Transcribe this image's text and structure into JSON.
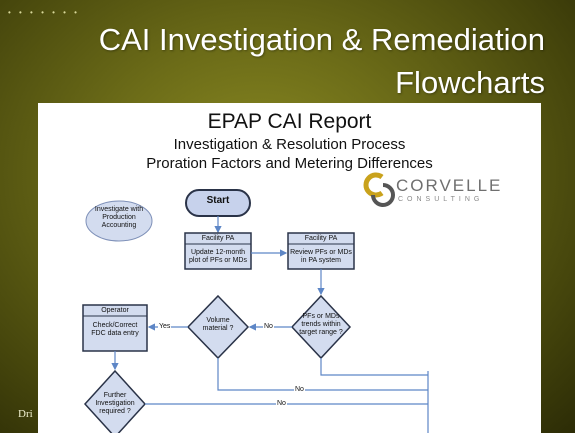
{
  "slide": {
    "dots": "• • • • • • •",
    "title_line1": "CAI Investigation & Remediation",
    "title_line2": "Flowcharts",
    "footer_fragment": "Dri"
  },
  "report": {
    "title": "EPAP CAI Report",
    "subtitle1": "Investigation & Resolution Process",
    "subtitle2": "Proration Factors and Metering Differences",
    "logo_name": "CORVELLE",
    "logo_tagline": "CONSULTING"
  },
  "flowchart": {
    "note": "Investigate with Production Accounting",
    "start": "Start",
    "facility_pa_1": {
      "header": "Facility PA",
      "body": "Update 12-month plot of PFs or MDs"
    },
    "facility_pa_2": {
      "header": "Facility PA",
      "body": "Review PFs or MDs in PA system"
    },
    "decision_trends": "PFs or MDs trends within target range ?",
    "decision_volume": "Volume material ?",
    "operator": {
      "header": "Operator",
      "body": "Check/Correct FDC data entry"
    },
    "decision_further": "Further Investigation required ?",
    "labels": {
      "yes": "Yes",
      "no_1": "No",
      "no_2": "No",
      "no_3": "No"
    }
  },
  "colors": {
    "box_fill": "#d3dcef",
    "box_stroke": "#2a3348",
    "connector": "#5d86c6",
    "start_fill": "#c7d2ec",
    "logo_gold": "#c9a21c"
  }
}
